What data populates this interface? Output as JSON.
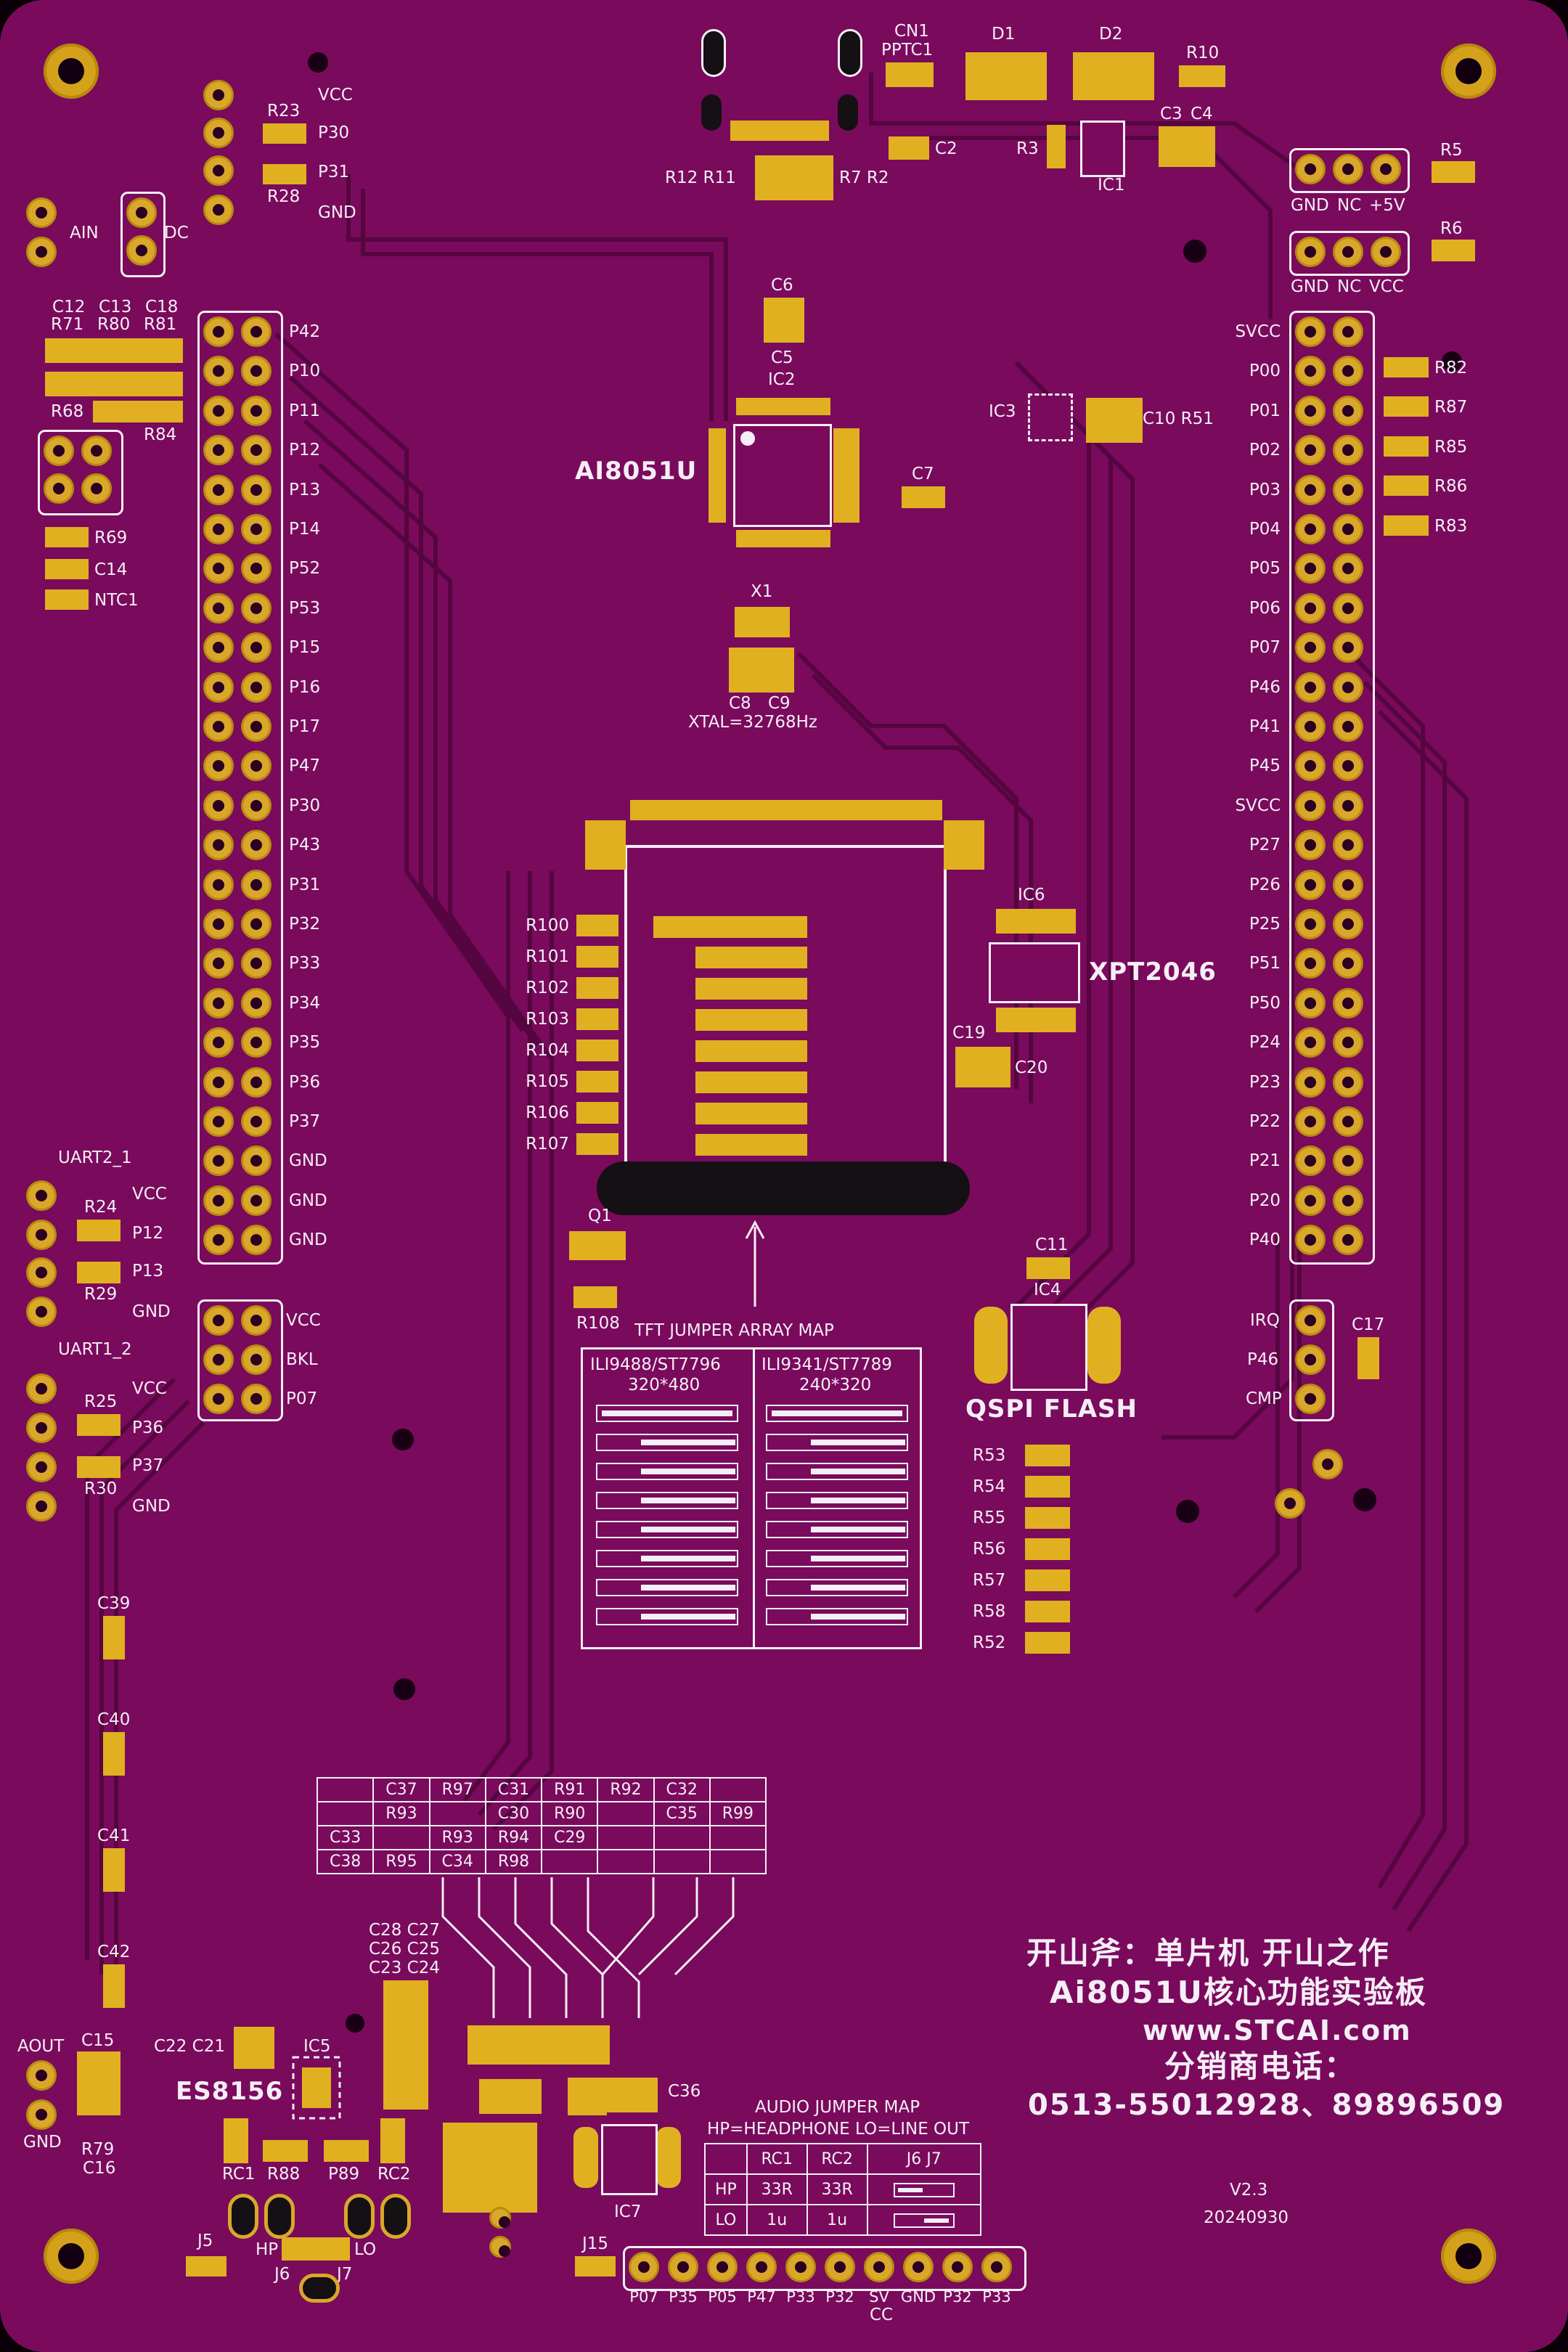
{
  "board": {
    "mcu_label": "AI8051U",
    "mcu_ref": "IC2",
    "touch_ic": "XPT2046",
    "touch_ref": "IC6",
    "flash_label": "QSPI FLASH",
    "flash_ref": "IC4",
    "audio_ic": "ES8156",
    "audio_ref": "IC5",
    "crystal_note": "XTAL=32768Hz",
    "crystal_ref": "X1",
    "tft_map_title": "TFT JUMPER ARRAY MAP",
    "tft_col1_title": "ILI9488/ST7796",
    "tft_col1_res": "320*480",
    "tft_col2_title": "ILI9341/ST7789",
    "tft_col2_res": "240*320",
    "audio_map_title": "AUDIO JUMPER MAP",
    "audio_map_sub": "HP=HEADPHONE LO=LINE OUT",
    "version": "V2.3",
    "date": "20240930",
    "slogan1": "开山斧：单片机 开山之作",
    "slogan2": "Ai8051U核心功能实验板",
    "website": "www.STCAI.com",
    "dist": "分销商电话：",
    "phone": "0513-55012928、89896509"
  },
  "left_header_labels": [
    "P42",
    "P10",
    "P11",
    "P12",
    "P13",
    "P14",
    "P52",
    "P53",
    "P15",
    "P16",
    "P17",
    "P47",
    "P30",
    "P43",
    "P31",
    "P32",
    "P33",
    "P34",
    "P35",
    "P36",
    "P37",
    "GND",
    "GND",
    "GND"
  ],
  "right_header_labels": [
    "SVCC",
    "P00",
    "P01",
    "P02",
    "P03",
    "P04",
    "P05",
    "P06",
    "P07",
    "P46",
    "P41",
    "P45",
    "SVCC",
    "P27",
    "P26",
    "P25",
    "P51",
    "P50",
    "P24",
    "P23",
    "P22",
    "P21",
    "P20",
    "P40"
  ],
  "bottom_header_labels": [
    "P07",
    "P35",
    "P05",
    "P47",
    "P33",
    "P32",
    "SV",
    "GND",
    "P32",
    "P33"
  ],
  "bottom_header_sub": "CC",
  "top_left_block": {
    "vcc": "VCC",
    "p30": "P30",
    "p31": "P31",
    "gnd": "GND",
    "r23": "R23",
    "r28": "R28"
  },
  "ain": "AIN",
  "dc": "DC",
  "top_left_parts": [
    "C12",
    "C13",
    "C18",
    "R71",
    "R80",
    "R81",
    "R68",
    "R84",
    "R69",
    "C14",
    "NTC1"
  ],
  "uart2": {
    "title": "UART2_1",
    "rows": [
      "VCC",
      "P12",
      "P13",
      "GND"
    ],
    "r_top": "R24",
    "r_bot": "R29"
  },
  "uart1": {
    "title": "UART1_2",
    "rows": [
      "VCC",
      "P36",
      "P37",
      "GND"
    ],
    "r_top": "R25",
    "r_bot": "R30"
  },
  "bkl": {
    "rows": [
      "VCC",
      "BKL",
      "P07"
    ]
  },
  "irq": {
    "rows": [
      "IRQ",
      "P46",
      "CMP"
    ],
    "cap": "C17"
  },
  "power_labels": {
    "g1": "GND",
    "n1": "NC",
    "v1": "+5V",
    "g2": "GND",
    "n2": "NC",
    "v2": "VCC",
    "r5": "R5",
    "r6": "R6"
  },
  "top_parts": {
    "cn1": "CN1",
    "pptc1": "PPTC1",
    "d1": "D1",
    "d2": "D2",
    "r10": "R10",
    "c2": "C2",
    "r3": "R3",
    "ic1": "IC1",
    "c3": "C3",
    "c4": "C4",
    "r12r11": "R12 R11",
    "r7r2": "R7 R2"
  },
  "mcu_area": {
    "c6": "C6",
    "c5": "C5",
    "c7": "C7",
    "c8": "C8",
    "c9": "C9",
    "ic3": "IC3",
    "c10r51": "C10 R51"
  },
  "right_res": [
    "R82",
    "R87",
    "R85",
    "R86",
    "R83"
  ],
  "tft_res": [
    "R100",
    "R101",
    "R102",
    "R103",
    "R104",
    "R105",
    "R106",
    "R107"
  ],
  "q1": "Q1",
  "r108": "R108",
  "touch_caps": {
    "c19": "C19",
    "c20": "C20",
    "c11": "C11"
  },
  "flash_res": [
    "R53",
    "R54",
    "R55",
    "R56",
    "R57",
    "R58",
    "R52"
  ],
  "left_caps": [
    "C39",
    "C40",
    "C41",
    "C42"
  ],
  "audio_left": {
    "aout": "AOUT",
    "gnd": "GND",
    "c15": "C15",
    "r79": "R79",
    "c16": "C16",
    "c22c21": "C22 C21",
    "rc1": "RC1",
    "r88": "R88",
    "p89": "P89",
    "rc2": "RC2",
    "j5": "J5",
    "hp": "HP",
    "lo": "LO",
    "j6": "J6",
    "j7": "J7",
    "j15": "J15",
    "ic7": "IC7",
    "c36": "C36"
  },
  "cap_stack": [
    "C28 C27",
    "C26 C25",
    "C23 C24"
  ],
  "audio_grid": {
    "rows": [
      [
        "",
        "C37",
        "R97",
        "C31",
        "R91",
        "R92",
        "C32",
        ""
      ],
      [
        "",
        "R93",
        "",
        "C30",
        "R90",
        "",
        "C35",
        "R99"
      ],
      [
        "C33",
        "",
        "R93",
        "R94",
        "C29",
        "",
        "",
        ""
      ],
      [
        "C38",
        "R95",
        "C34",
        "R98",
        "",
        "",
        "",
        ""
      ]
    ]
  },
  "audio_table": {
    "header": [
      "",
      "RC1",
      "RC2",
      "J6 J7"
    ],
    "rows": [
      [
        "HP",
        "33R",
        "33R",
        ""
      ],
      [
        "LO",
        "1u",
        "1u",
        ""
      ]
    ]
  },
  "colors": {
    "board": "#7a0a5c",
    "copper": "#e0b020",
    "silk": "#f4eef6",
    "trace": "#5e0646"
  }
}
